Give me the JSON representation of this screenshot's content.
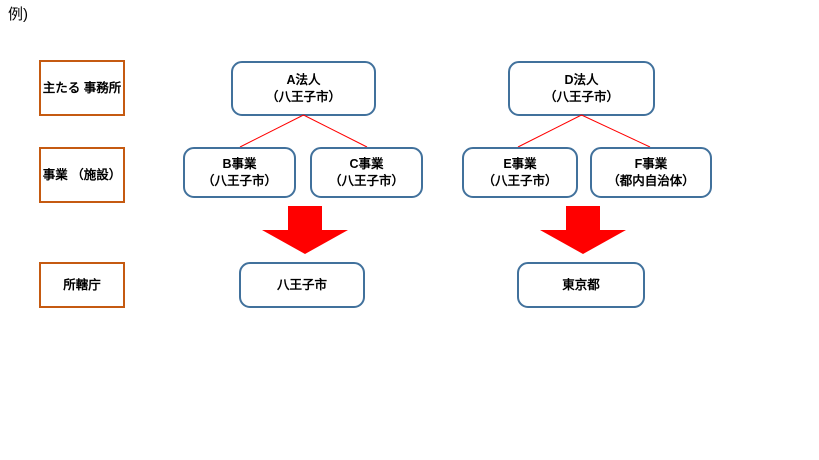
{
  "caption": "例)",
  "colors": {
    "label_border": "#C55A11",
    "node_border": "#41719C",
    "connector": "#FF0000",
    "arrow": "#FF0000",
    "background": "#FFFFFF",
    "text": "#000000"
  },
  "row_labels": [
    {
      "id": "main-office",
      "text": "主たる\n事務所"
    },
    {
      "id": "business-facility",
      "text": "事業\n（施設）"
    },
    {
      "id": "competent-authority",
      "text": "所轄庁"
    }
  ],
  "groups": [
    {
      "id": "group-a",
      "corporation": {
        "id": "corp-a",
        "text": "A法人\n（八王子市）"
      },
      "businesses": [
        {
          "id": "business-b",
          "text": "B事業\n（八王子市）"
        },
        {
          "id": "business-c",
          "text": "C事業\n（八王子市）"
        }
      ],
      "authority": {
        "id": "authority-hachioji",
        "text": "八王子市"
      }
    },
    {
      "id": "group-d",
      "corporation": {
        "id": "corp-d",
        "text": "D法人\n（八王子市）"
      },
      "businesses": [
        {
          "id": "business-e",
          "text": "E事業\n（八王子市）"
        },
        {
          "id": "business-f",
          "text": "F事業\n（都内自治体）"
        }
      ],
      "authority": {
        "id": "authority-tokyo",
        "text": "東京都"
      }
    }
  ]
}
